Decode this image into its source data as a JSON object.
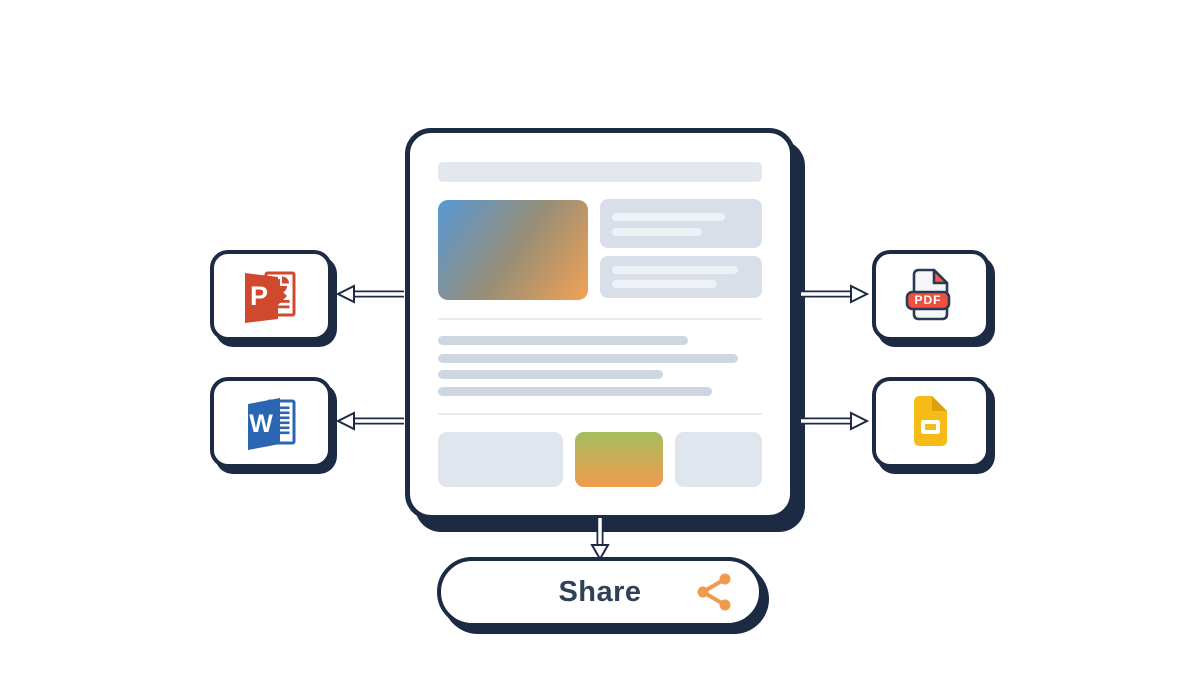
{
  "page": {
    "background": "#FFFFFF",
    "outline_navy": "#1D2A44"
  },
  "document_preview": {
    "hero_gradient": [
      "#5799D6",
      "#F2A254"
    ],
    "thumb_gradient": [
      "#A4BE60",
      "#F09A4C"
    ]
  },
  "export_targets": {
    "powerpoint": {
      "letter": "P",
      "color": "#D0492F",
      "icon": "powerpoint-icon"
    },
    "word": {
      "letter": "W",
      "color": "#2A66B2",
      "icon": "word-icon"
    },
    "pdf": {
      "badge": "PDF",
      "color": "#F1503E",
      "icon": "pdf-file-icon"
    },
    "google_slides": {
      "color": "#F5BB17",
      "icon": "google-slides-icon"
    }
  },
  "share_button": {
    "label": "Share",
    "icon": "share-icon",
    "icon_color": "#EF9A4D",
    "text_color": "#2F4156"
  }
}
